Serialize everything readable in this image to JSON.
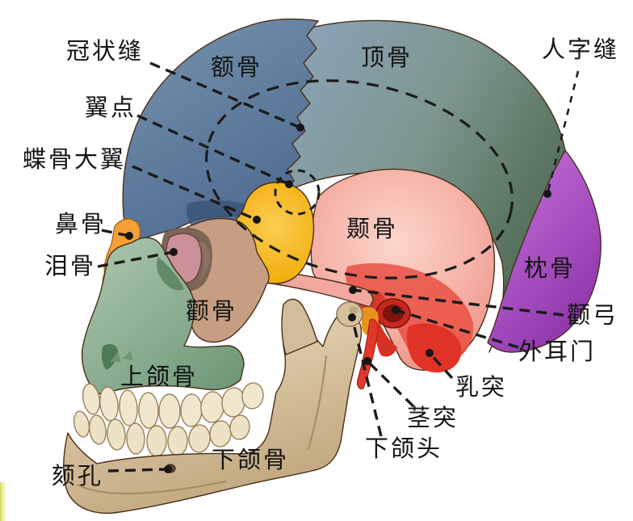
{
  "figure": {
    "type": "skull-lateral-anatomy-diagram",
    "labels": {
      "coronal_suture": "冠状缝",
      "frontal_bone": "额骨",
      "parietal_bone": "顶骨",
      "lambdoid_suture": "人字缝",
      "pterion": "翼点",
      "sphenoid_greater_wing": "蝶骨大翼",
      "nasal_bone": "鼻骨",
      "lacrimal_bone": "泪骨",
      "temporal_bone": "颞骨",
      "occipital_bone": "枕骨",
      "zygomatic_bone": "颧骨",
      "zygomatic_arch": "颧弓",
      "external_acoustic_meatus": "外耳门",
      "mastoid_process": "乳突",
      "styloid_process": "茎突",
      "head_of_mandible": "下颌头",
      "maxilla": "上颌骨",
      "mandible": "下颌骨",
      "mental_foramen": "颏孔"
    },
    "palette": {
      "background": "#FFFFFF",
      "frontal_bone": "#567498",
      "parietal_bone": "#8CA3B4",
      "parietal_posterior": "#4A6553",
      "occipital_bone": "#A24CBE",
      "temporal_bone": "#F5ABA1",
      "temporal_red": "#E2382C",
      "sphenoid_wing": "#F3B117",
      "zygomatic_bone": "#C69E83",
      "zygomatic_arch": "#F2A89E",
      "nasal_bone": "#F59F36",
      "lacrimal_bone": "#CC9198",
      "maxilla": "#85A88C",
      "mandible": "#D8C3A1",
      "teeth": "#F1E7CE",
      "leader_line": "#1B1B1B",
      "label_text": "#141414",
      "edge_strip": "#F0F0A4"
    }
  }
}
